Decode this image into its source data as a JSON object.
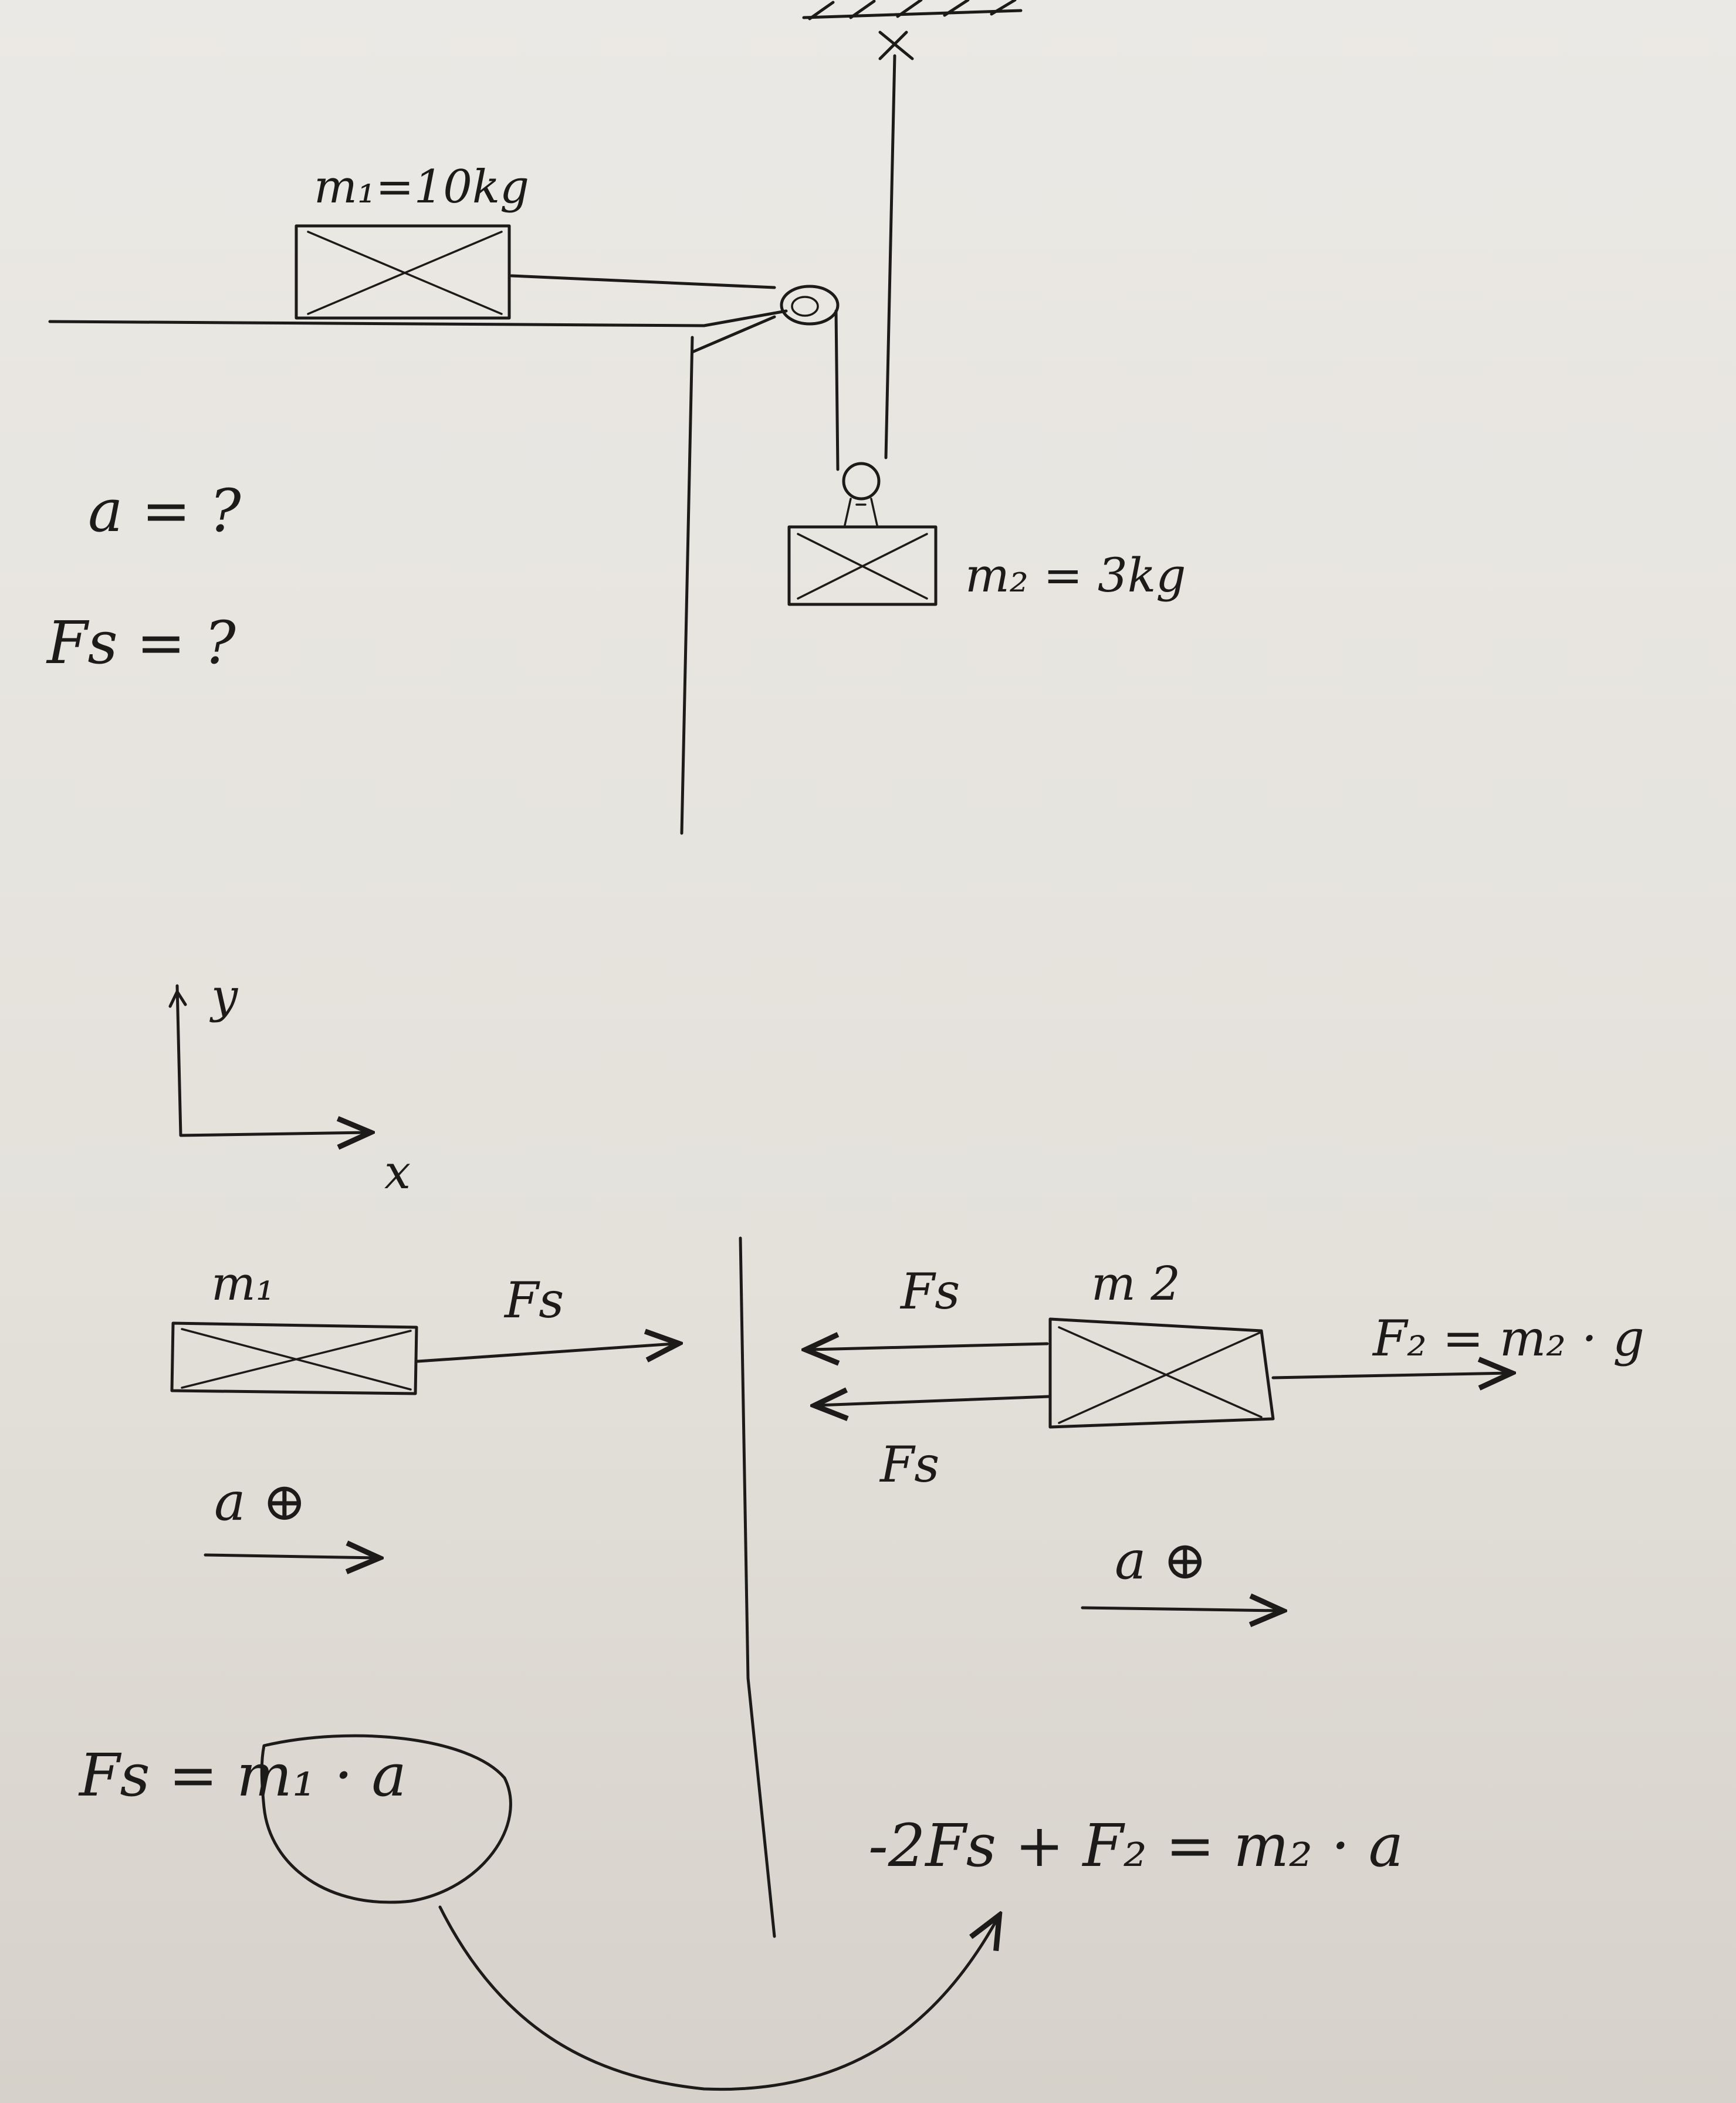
{
  "colors": {
    "paper": "#e7e4df",
    "ink": "#1c1b1a"
  },
  "top_sketch": {
    "m1_label": "m₁=10kg",
    "m2_label": "m₂ = 3kg",
    "a_question": "a = ?",
    "fs_question": "Fs = ?"
  },
  "axes": {
    "y_label": "y",
    "x_label": "x"
  },
  "fbd_m1": {
    "mass_label": "m₁",
    "force_label": "Fs",
    "accel_label": "a ⊕"
  },
  "fbd_m2": {
    "mass_label": "m 2",
    "upper_force_label": "Fs",
    "lower_force_label": "Fs",
    "weight_label": "F₂ = m₂ · g",
    "accel_label": "a ⊕"
  },
  "equations": {
    "eq1": "Fs = m₁ · a",
    "eq2": "-2Fs + F₂ = m₂ · a"
  }
}
